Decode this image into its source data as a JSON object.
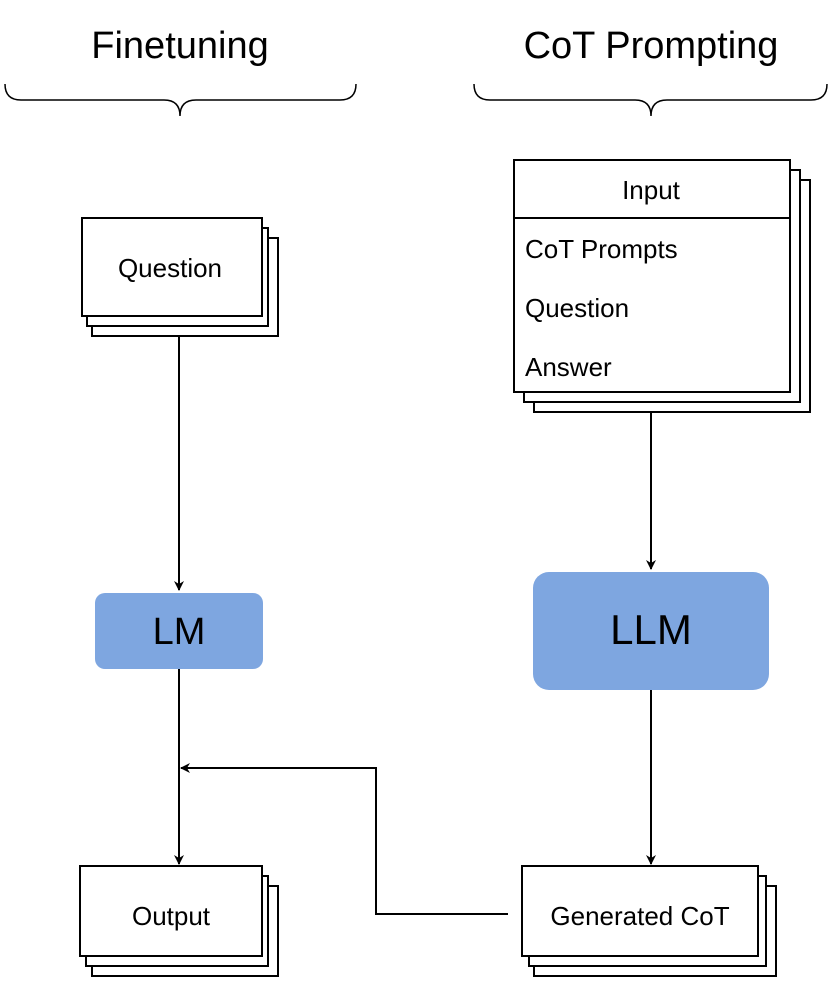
{
  "titles": {
    "left": "Finetuning",
    "right": "CoT Prompting"
  },
  "nodes": {
    "question": "Question",
    "lm": "LM",
    "output": "Output",
    "input_header": "Input",
    "input_rows": [
      "CoT Prompts",
      "Question",
      "Answer"
    ],
    "llm": "LLM",
    "generated_cot": "Generated CoT"
  },
  "colors": {
    "model_fill": "#7EA6E0",
    "stroke": "#000000",
    "background": "#FFFFFF"
  }
}
